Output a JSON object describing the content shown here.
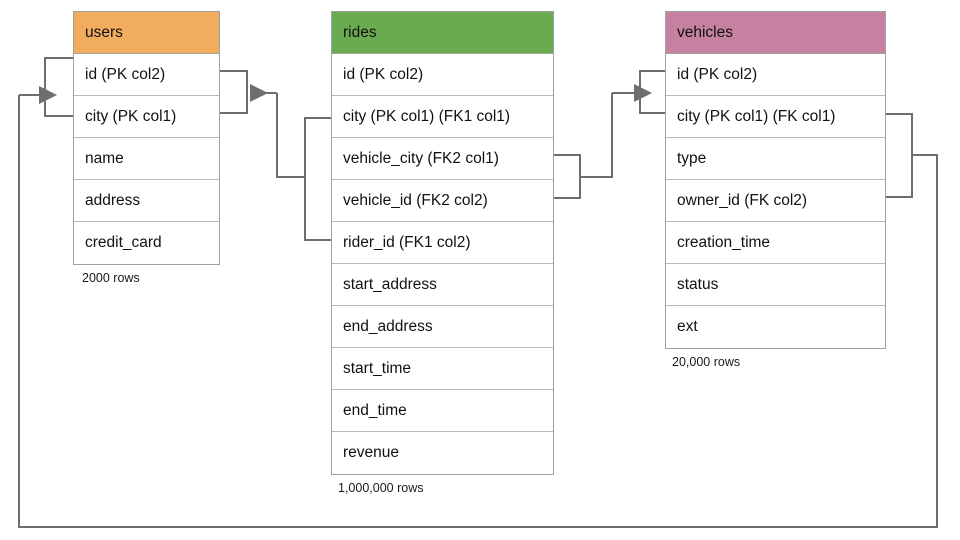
{
  "diagram": {
    "title": "database schema relationship diagram",
    "line_color": "#6e6e6e",
    "border_color": "#a0a0a0",
    "row_border_color": "#b8b8b8",
    "background": "#ffffff"
  },
  "tables": [
    {
      "name": "users",
      "header_color": "#F2AC5E",
      "row_count_label": "2000 rows",
      "columns": [
        {
          "label": "id (PK col2)"
        },
        {
          "label": "city (PK col1)"
        },
        {
          "label": "name"
        },
        {
          "label": "address"
        },
        {
          "label": "credit_card"
        }
      ]
    },
    {
      "name": "rides",
      "header_color": "#6AAA50",
      "row_count_label": "1,000,000 rows",
      "columns": [
        {
          "label": "id (PK col2)"
        },
        {
          "label": "city (PK col1) (FK1 col1)"
        },
        {
          "label": "vehicle_city (FK2 col1)"
        },
        {
          "label": "vehicle_id (FK2 col2)"
        },
        {
          "label": "rider_id (FK1 col2)"
        },
        {
          "label": "start_address"
        },
        {
          "label": "end_address"
        },
        {
          "label": "start_time"
        },
        {
          "label": "end_time"
        },
        {
          "label": "revenue"
        }
      ]
    },
    {
      "name": "vehicles",
      "header_color": "#C680A0",
      "row_count_label": "20,000 rows",
      "columns": [
        {
          "label": "id (PK col2)"
        },
        {
          "label": "city (PK col1) (FK col1)"
        },
        {
          "label": "type"
        },
        {
          "label": "owner_id (FK col2)"
        },
        {
          "label": "creation_time"
        },
        {
          "label": "status"
        },
        {
          "label": "ext"
        }
      ]
    }
  ],
  "relationships": [
    {
      "name": "rides-rider-fk1-to-users",
      "from_table": "rides",
      "from_columns": [
        "city (PK col1) (FK1 col1)",
        "rider_id (FK1 col2)"
      ],
      "to_table": "users",
      "to_columns": [
        "id (PK col2)",
        "city (PK col1)"
      ],
      "arrow_direction": "left"
    },
    {
      "name": "rides-vehicle-fk2-to-vehicles",
      "from_table": "rides",
      "from_columns": [
        "vehicle_city (FK2 col1)",
        "vehicle_id (FK2 col2)"
      ],
      "to_table": "vehicles",
      "to_columns": [
        "id (PK col2)",
        "city (PK col1) (FK col1)"
      ],
      "arrow_direction": "right"
    },
    {
      "name": "vehicles-owner-fk-to-users",
      "from_table": "vehicles",
      "from_columns": [
        "city (PK col1) (FK col1)",
        "owner_id (FK col2)"
      ],
      "to_table": "users",
      "to_columns": [
        "id (PK col2)",
        "city (PK col1)"
      ],
      "arrow_direction": "right"
    }
  ]
}
